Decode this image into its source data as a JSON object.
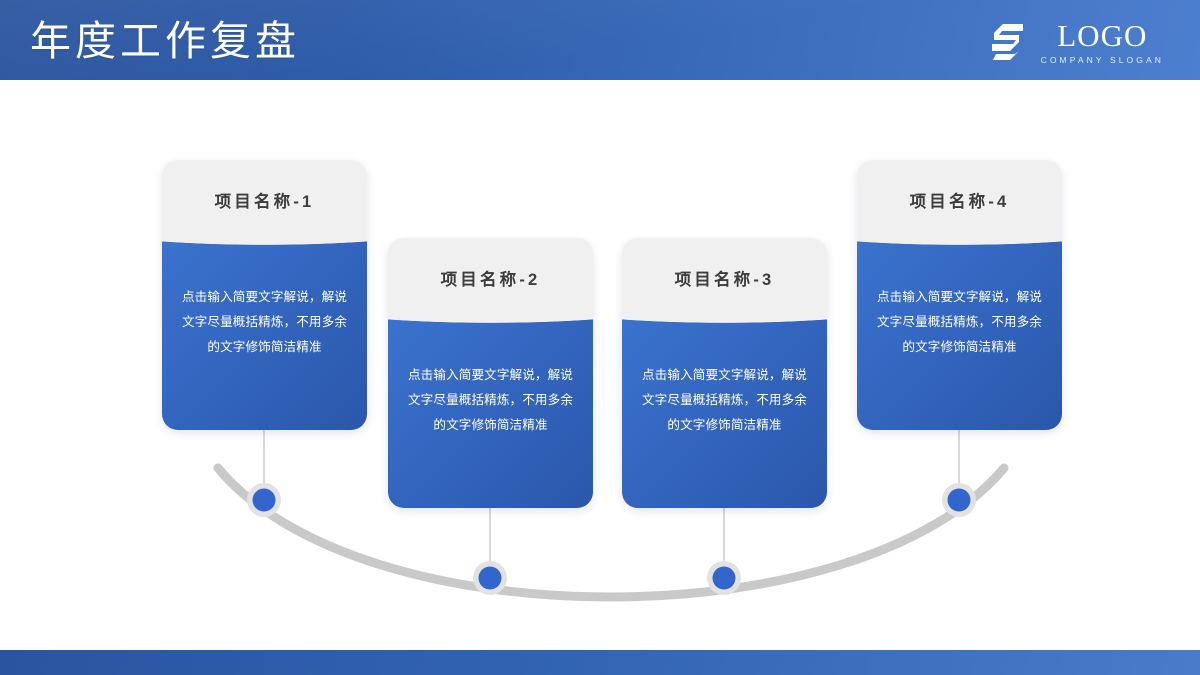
{
  "slide": {
    "title": "年度工作复盘",
    "accent_blue": "#3366cc",
    "header_blue_left": "#2a5caa",
    "header_blue_right": "#4a7ccc",
    "card_header_gray": "#f0f0f0",
    "card_title_color": "#3d3d3d",
    "curve_gray": "#cccccc"
  },
  "logo": {
    "mark": "s-mark-icon",
    "name": "LOGO",
    "slogan": "COMPANY SLOGAN"
  },
  "cards": [
    {
      "title": "项目名称-1",
      "text": "点击输入简要文字解说，解说文字尽量概括精炼，不用多余的文字修饰简洁精准"
    },
    {
      "title": "项目名称-2",
      "text": "点击输入简要文字解说，解说文字尽量概括精炼，不用多余的文字修饰简洁精准"
    },
    {
      "title": "项目名称-3",
      "text": "点击输入简要文字解说，解说文字尽量概括精炼，不用多余的文字修饰简洁精准"
    },
    {
      "title": "项目名称-4",
      "text": "点击输入简要文字解说，解说文字尽量概括精炼，不用多余的文字修饰简洁精准"
    }
  ],
  "timeline": {
    "node_count": 4,
    "nodes": [
      {
        "label": "node-1"
      },
      {
        "label": "node-2"
      },
      {
        "label": "node-3"
      },
      {
        "label": "node-4"
      }
    ]
  }
}
